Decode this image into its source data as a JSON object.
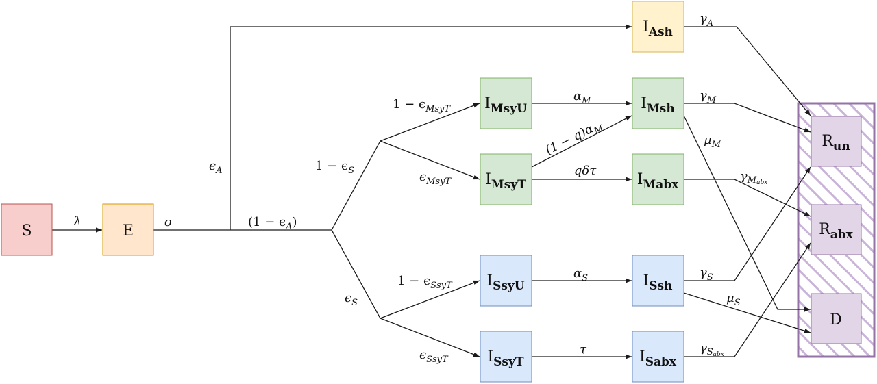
{
  "colors": {
    "red_fill": "#f8cecc",
    "red_stroke": "#b85450",
    "orange_fill": "#ffe6cc",
    "orange_stroke": "#d79b00",
    "yellow_fill": "#fff2cc",
    "yellow_stroke": "#d6b656",
    "green_fill": "#d5e8d4",
    "green_stroke": "#82b366",
    "blue_fill": "#dae8fc",
    "blue_stroke": "#6c8ebf",
    "purple_fill": "#e1d5e7",
    "purple_stroke": "#9673a6",
    "hatch": "#c9b3d8"
  },
  "nodes": {
    "S": {
      "main": "S",
      "sub": ""
    },
    "E": {
      "main": "E",
      "sub": ""
    },
    "IAsh": {
      "main": "I",
      "sub": "Ash"
    },
    "IMsyU": {
      "main": "I",
      "sub": "MsyU"
    },
    "IMsyT": {
      "main": "I",
      "sub": "MsyT"
    },
    "IMsh": {
      "main": "I",
      "sub": "Msh"
    },
    "IMabx": {
      "main": "I",
      "sub": "Mabx"
    },
    "ISsyU": {
      "main": "I",
      "sub": "SsyU"
    },
    "ISsyT": {
      "main": "I",
      "sub": "SsyT"
    },
    "ISsh": {
      "main": "I",
      "sub": "Ssh"
    },
    "ISabx": {
      "main": "I",
      "sub": "Sabx"
    },
    "Run": {
      "main": "R",
      "sub": "un"
    },
    "Rabx": {
      "main": "R",
      "sub": "abx"
    },
    "D": {
      "main": "D",
      "sub": ""
    }
  },
  "labels": {
    "lambda": "λ",
    "sigma": "σ",
    "eps_A": {
      "main": "ϵ",
      "sub": "A"
    },
    "one_minus_eps_A": "(1 − ϵ",
    "one_minus_eps_A_sub": "A",
    "one_minus_eps_A_close": ")",
    "one_minus_eps_S": {
      "main": "1 − ϵ",
      "sub": "S"
    },
    "eps_S": {
      "main": "ϵ",
      "sub": "S"
    },
    "one_minus_eps_MsyT": {
      "main": "1 − ϵ",
      "sub": "MsyT"
    },
    "eps_MsyT": {
      "main": "ϵ",
      "sub": "MsyT"
    },
    "one_minus_eps_SsyT": {
      "main": "1 − ϵ",
      "sub": "SsyT"
    },
    "eps_SsyT": {
      "main": "ϵ",
      "sub": "SsyT"
    },
    "alpha_M": {
      "main": "α",
      "sub": "M"
    },
    "one_minus_q_alpha_M": {
      "main": "(1 − q)α",
      "sub": "M"
    },
    "q_delta_tau": "qδτ",
    "alpha_S": {
      "main": "α",
      "sub": "S"
    },
    "tau": "τ",
    "gamma_A": {
      "main": "γ",
      "sub": "A"
    },
    "gamma_M": {
      "main": "γ",
      "sub": "M"
    },
    "mu_M": {
      "main": "μ",
      "sub": "M"
    },
    "gamma_M_abx": {
      "main": "γ",
      "sub": "M",
      "subsub": "abx"
    },
    "gamma_S": {
      "main": "γ",
      "sub": "S"
    },
    "mu_S": {
      "main": "μ",
      "sub": "S"
    },
    "gamma_S_abx": {
      "main": "γ",
      "sub": "S",
      "subsub": "abx"
    }
  }
}
